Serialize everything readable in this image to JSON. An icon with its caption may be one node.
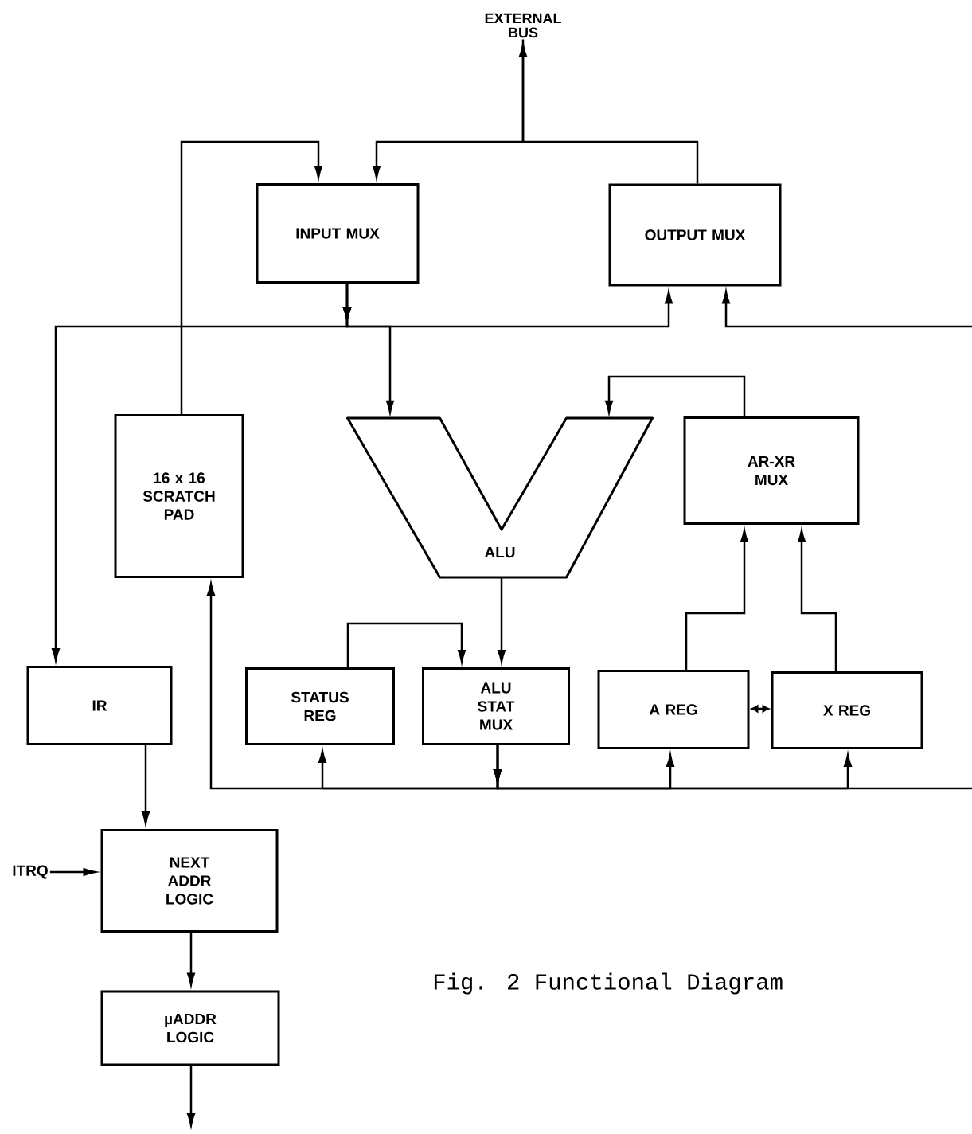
{
  "diagram": {
    "caption": "Fig. 2 Functional Diagram",
    "nodes": [
      {
        "text": [
          "EXTERNAL BUS"
        ]
      },
      {
        "text": [
          "INPUT MUX"
        ]
      },
      {
        "text": [
          "OUTPUT MUX"
        ]
      },
      {
        "text": [
          "16 x 16 SCRATCH PAD"
        ]
      },
      {
        "text": [
          "ALU"
        ]
      },
      {
        "text": [
          "AR-XR MUX"
        ]
      },
      {
        "text": [
          "IR"
        ]
      },
      {
        "text": [
          "STATUS REG"
        ]
      },
      {
        "text": [
          "ALU STAT MUX"
        ]
      },
      {
        "text": [
          "A REG"
        ]
      },
      {
        "text": [
          "X REG"
        ]
      },
      {
        "text": [
          "ITRQ"
        ]
      },
      {
        "text": [
          "NEXT ADDR LOGIC"
        ]
      },
      {
        "text": [
          "µADDR LOGIC"
        ]
      }
    ],
    "edges": [
      {
        "from": 0,
        "to": 1,
        "arrow": "both"
      },
      {
        "from": 2,
        "to": 0,
        "arrow": "none"
      },
      {
        "from": 3,
        "to": 1,
        "arrow": "to"
      },
      {
        "from": 1,
        "to": 6,
        "arrow": "to"
      },
      {
        "from": 1,
        "to": 4,
        "arrow": "to"
      },
      {
        "from": 1,
        "to": 2,
        "arrow": "to"
      },
      {
        "from": 8,
        "to": 3,
        "arrow": "to"
      },
      {
        "from": 8,
        "to": 7,
        "arrow": "to"
      },
      {
        "from": 8,
        "to": 9,
        "arrow": "to"
      },
      {
        "from": 8,
        "to": 10,
        "arrow": "to"
      },
      {
        "from": 8,
        "to": 2,
        "arrow": "to"
      },
      {
        "from": 4,
        "to": 8,
        "arrow": "to"
      },
      {
        "from": 7,
        "to": 8,
        "arrow": "to"
      },
      {
        "from": 5,
        "to": 4,
        "arrow": "to"
      },
      {
        "from": 9,
        "to": 5,
        "arrow": "to"
      },
      {
        "from": 10,
        "to": 5,
        "arrow": "to"
      },
      {
        "from": 9,
        "to": 10,
        "arrow": "both"
      },
      {
        "from": 6,
        "to": 12,
        "arrow": "to"
      },
      {
        "from": 11,
        "to": 12,
        "arrow": "to"
      },
      {
        "from": 12,
        "to": 13,
        "arrow": "to"
      },
      {
        "from": 13,
        "to": null,
        "arrow": "to"
      }
    ]
  }
}
